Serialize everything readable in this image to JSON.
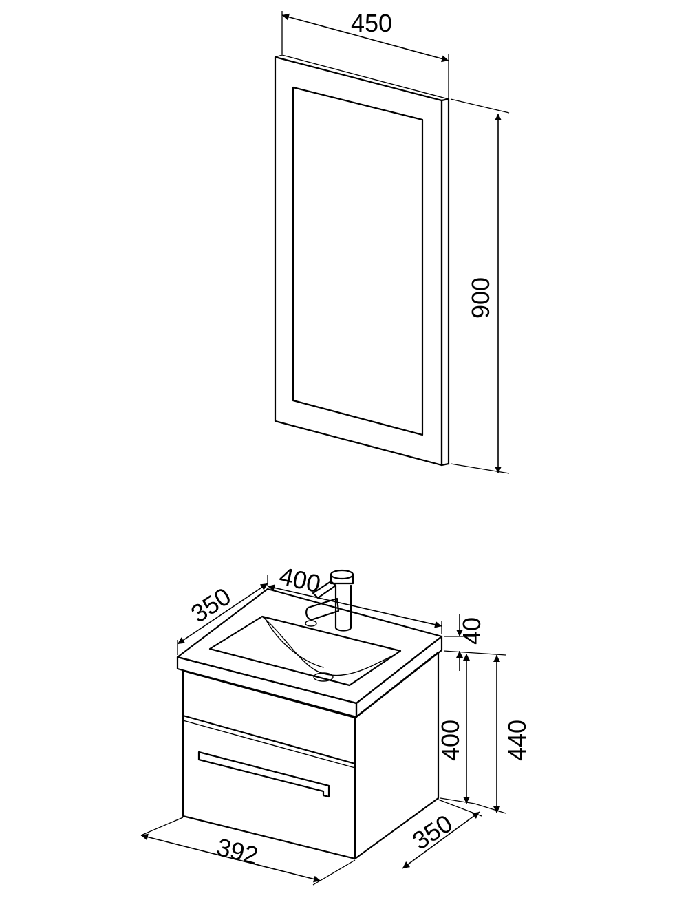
{
  "mirror": {
    "width_label": "450",
    "height_label": "900"
  },
  "cabinet": {
    "top_width_label": "400",
    "top_depth_label": "350",
    "countertop_thickness_label": "40",
    "body_height_label": "400",
    "total_height_label": "440",
    "bottom_width_label": "392",
    "bottom_depth_label": "350"
  },
  "colors": {
    "line": "#000000",
    "background": "#ffffff"
  }
}
